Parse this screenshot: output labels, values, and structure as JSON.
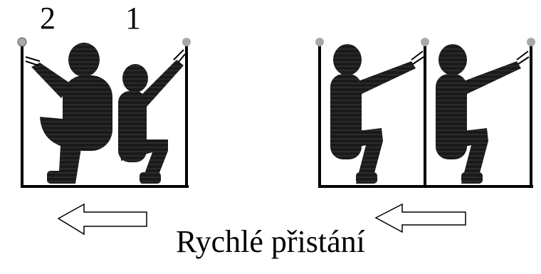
{
  "labels": {
    "occupant_2": "2",
    "occupant_1": "1"
  },
  "caption": "Rychlé přistání",
  "colors": {
    "figure": "#1a1a1a",
    "frame": "#000000",
    "knob": "#a8a8a8",
    "arrow_fill": "#ffffff"
  }
}
